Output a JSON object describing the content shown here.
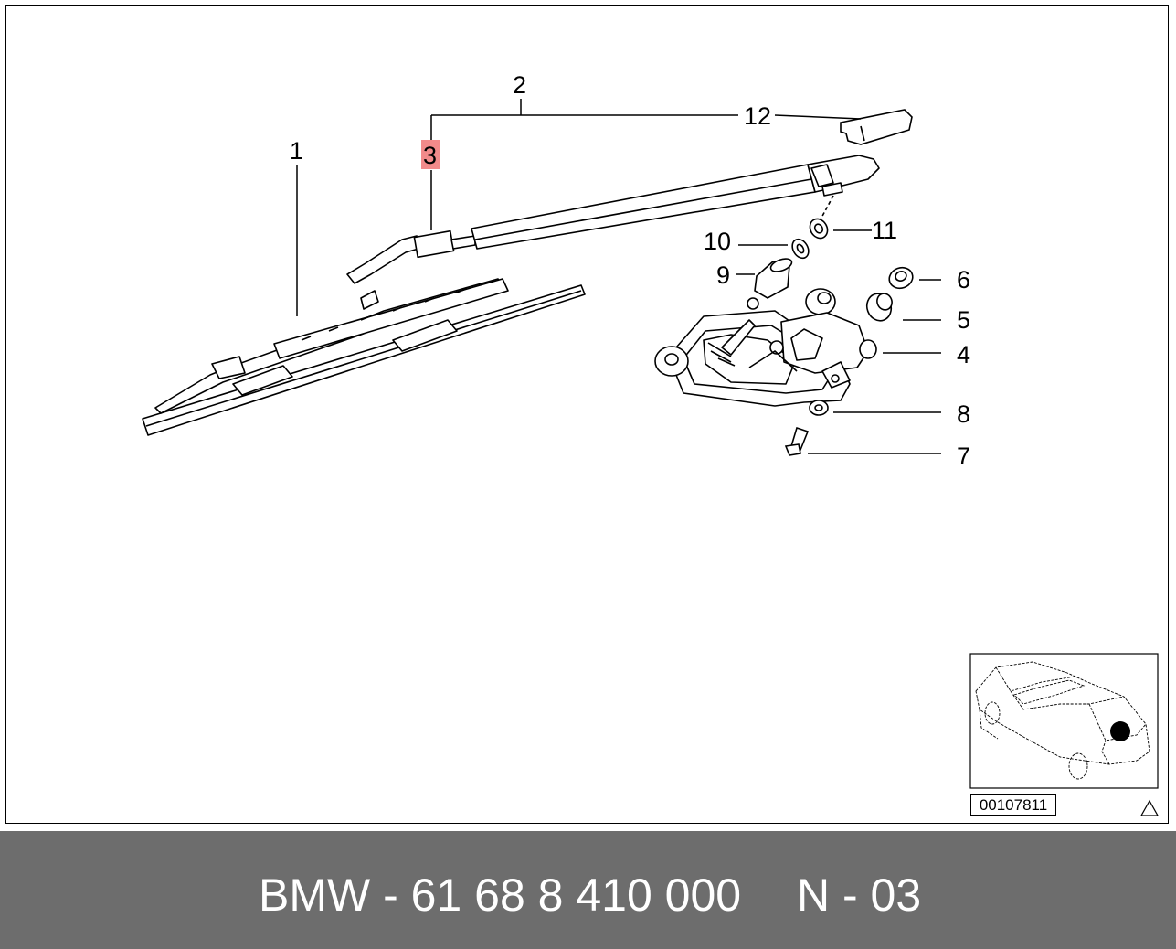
{
  "diagram": {
    "callouts": {
      "c1": "1",
      "c2": "2",
      "c3": "3",
      "c4": "4",
      "c5": "5",
      "c6": "6",
      "c7": "7",
      "c8": "8",
      "c9": "9",
      "c10": "10",
      "c11": "11",
      "c12": "12"
    },
    "highlight_color": "#f28a8a",
    "ref_number": "00107811"
  },
  "footer": {
    "part_number": "BMW - 61 68 8 410 000",
    "variant": "N - 03",
    "background": "#6d6d6d"
  }
}
